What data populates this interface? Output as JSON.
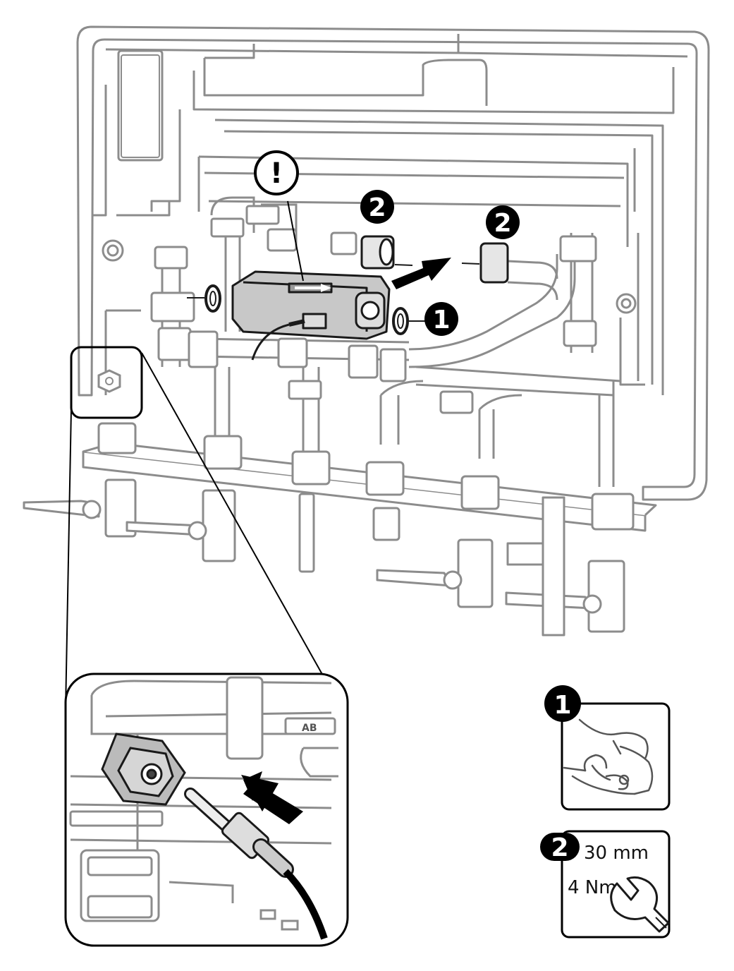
{
  "callouts": {
    "warning_symbol": "!",
    "step1_marker": "1",
    "step2_marker": "2"
  },
  "detail_inset": {
    "flow_label": "AB"
  },
  "legend": {
    "step1": {
      "number": "1",
      "icon": "hand-tighten-icon"
    },
    "step2": {
      "number": "2",
      "wrench_size": "30 mm",
      "torque": "4 Nm",
      "icon": "open-wrench-icon"
    }
  },
  "colors": {
    "line": "#1a1a1a",
    "outline_gray": "#9a9a9a",
    "part_fill": "#eeeeee",
    "dark_part": "#c8c8c8",
    "callout_fill": "#000000"
  }
}
